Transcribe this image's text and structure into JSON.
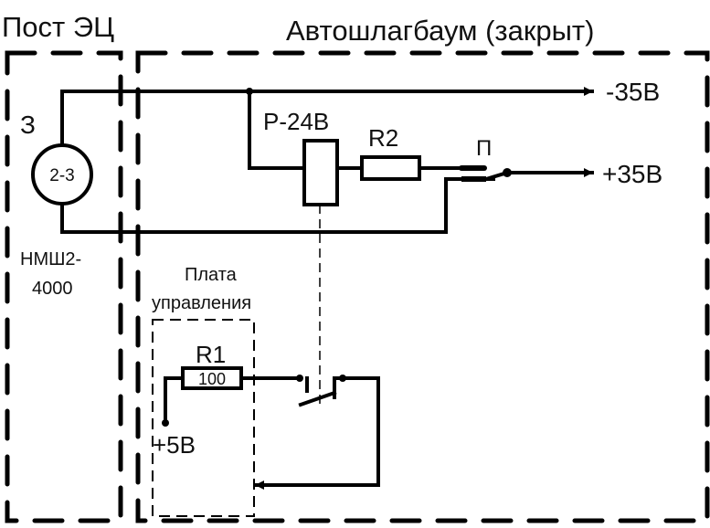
{
  "diagram": {
    "blocks": {
      "post": {
        "title": "Пост ЭЦ"
      },
      "barrier": {
        "title": "Автошлагбаум (закрыт)"
      },
      "board": {
        "title_line1": "Плата",
        "title_line2": "управления"
      }
    },
    "components": {
      "source": {
        "label": "З",
        "inner": "2-3",
        "model_line1": "НМШ2-",
        "model_line2": "4000"
      },
      "relay": {
        "label": "Р-24В"
      },
      "r2": {
        "label": "R2"
      },
      "contact_p": {
        "label": "П"
      },
      "r1": {
        "label": "R1",
        "value": "100"
      }
    },
    "terminals": {
      "minus35": "-35В",
      "plus35": "+35В",
      "plus5": "+5В"
    }
  }
}
